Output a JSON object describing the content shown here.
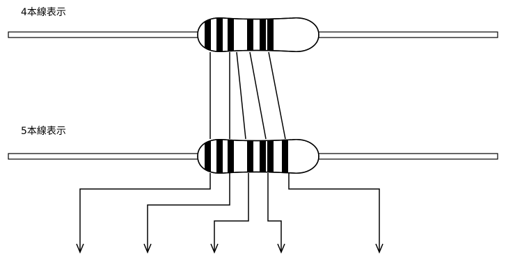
{
  "labels": {
    "four_band": "4本線表示",
    "five_band": "5本線表示"
  },
  "colors": {
    "stroke": "#000000",
    "band": "#000000",
    "background": "#ffffff"
  },
  "resistors": [
    {
      "name": "four-band-resistor",
      "band_count": 4
    },
    {
      "name": "five-band-resistor",
      "band_count": 5
    }
  ]
}
